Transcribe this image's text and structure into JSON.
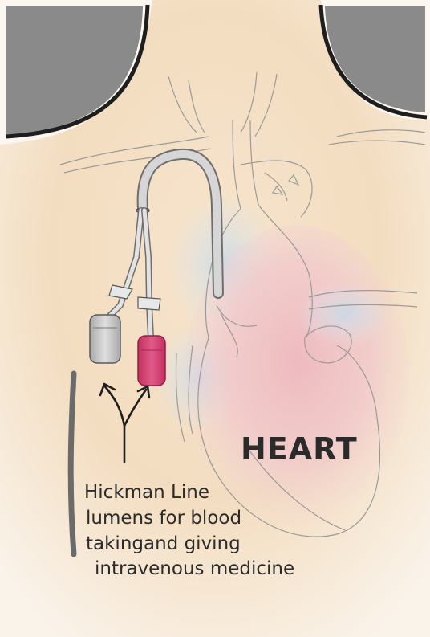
{
  "illustration": {
    "heart_label": "HEART",
    "caption_lines": [
      "Hickman Line",
      "lumens for blood",
      "takingand giving",
      "intravenous medicine"
    ],
    "colors": {
      "paper": "#f8f0e6",
      "shadow_gray": "#888888",
      "skin_wash": "#f1d9b8",
      "heart_pink": "#efc2c6",
      "vessel_blue": "#cfdde9",
      "tube_gray": "#d2d2d2",
      "lumen_pink": "#d8477a",
      "lumen_gray": "#c9c9c9",
      "ink": "#2b2b2b"
    }
  }
}
